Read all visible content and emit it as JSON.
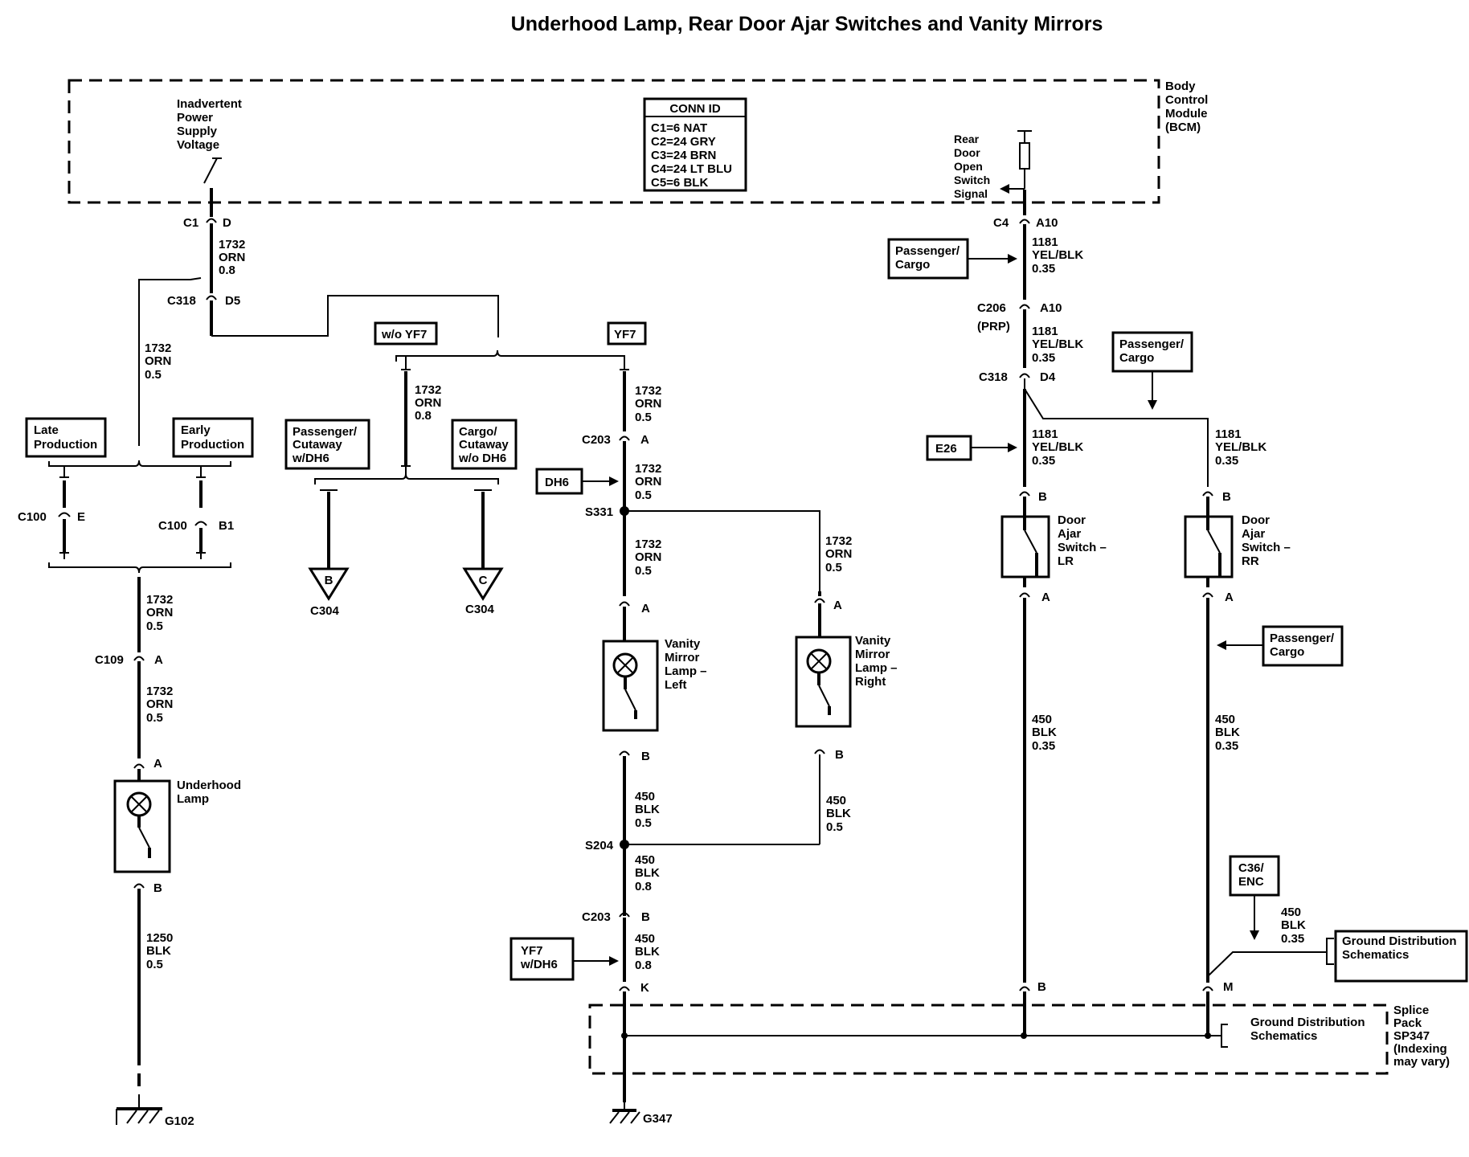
{
  "title": "Underhood Lamp, Rear Door Ajar Switches and Vanity  Mirrors",
  "bcm": {
    "line1": "Body",
    "line2": "Control",
    "line3": "Module",
    "line4": "(BCM)"
  },
  "inadvertent": {
    "line1": "Inadvertent",
    "line2": "Power",
    "line3": "Supply",
    "line4": "Voltage"
  },
  "conn_id": {
    "header": "CONN ID",
    "rows": [
      "C1=6 NAT",
      "C2=24 GRY",
      "C3=24 BRN",
      "C4=24 LT BLU",
      "C5=6 BLK"
    ]
  },
  "rear_door_signal": {
    "line1": "Rear",
    "line2": "Door",
    "line3": "Open",
    "line4": "Switch",
    "line5": "Signal"
  },
  "options": {
    "late_production": {
      "line1": "Late",
      "line2": "Production"
    },
    "early_production": {
      "line1": "Early",
      "line2": "Production"
    },
    "wo_yf7": "w/o YF7",
    "yf7": "YF7",
    "passenger_cutaway": {
      "line1": "Passenger/",
      "line2": "Cutaway",
      "line3": "w/DH6"
    },
    "cargo_cutaway": {
      "line1": "Cargo/",
      "line2": "Cutaway",
      "line3": "w/o DH6"
    },
    "dh6": "DH6",
    "yf7_dh6": {
      "line1": "YF7",
      "line2": "w/DH6"
    },
    "passenger_cargo": {
      "line1": "Passenger/",
      "line2": "Cargo"
    },
    "e26": "E26",
    "c36_enc": {
      "line1": "C36/",
      "line2": "ENC"
    },
    "ground_dist": {
      "line1": "Ground Distribution",
      "line2": "Schematics"
    }
  },
  "connectors": {
    "c1": "C1",
    "d": "D",
    "c318": "C318",
    "d5": "D5",
    "d4": "D4",
    "c100": "C100",
    "e": "E",
    "b1": "B1",
    "c109": "C109",
    "a": "A",
    "b": "B",
    "c203": "C203",
    "s331": "S331",
    "s204": "S204",
    "k": "K",
    "m": "M",
    "c304": "C304",
    "c304_b": "B",
    "c304_c": "C",
    "c4": "C4",
    "a10": "A10",
    "c206": "C206",
    "prp": "(PRP)"
  },
  "wires": {
    "w1732": "1732",
    "orn": "ORN",
    "w1181": "1181",
    "yelblk": "YEL/BLK",
    "w450": "450",
    "blk": "BLK",
    "w1250": "1250",
    "g08": "0.8",
    "g05": "0.5",
    "g035": "0.35"
  },
  "components": {
    "underhood_lamp": {
      "line1": "Underhood",
      "line2": "Lamp"
    },
    "vanity_left": {
      "line1": "Vanity",
      "line2": "Mirror",
      "line3": "Lamp –",
      "line4": "Left"
    },
    "vanity_right": {
      "line1": "Vanity",
      "line2": "Mirror",
      "line3": "Lamp –",
      "line4": "Right"
    },
    "door_lr": {
      "line1": "Door",
      "line2": "Ajar",
      "line3": "Switch –",
      "line4": "LR"
    },
    "door_rr": {
      "line1": "Door",
      "line2": "Ajar",
      "line3": "Switch –",
      "line4": "RR"
    }
  },
  "splice_pack": {
    "line1": "Splice",
    "line2": "Pack",
    "line3": "SP347",
    "line4": "(Indexing",
    "line5": "may vary)"
  },
  "grounds": {
    "g102": "G102",
    "g347": "G347"
  }
}
